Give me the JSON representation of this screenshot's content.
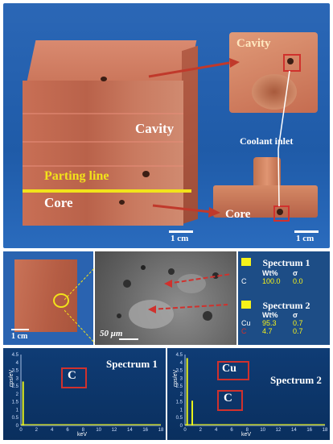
{
  "labels": {
    "cavity_main": "Cavity",
    "parting_line": "Parting line",
    "core_main": "Core",
    "cavity_inset": "Cavity",
    "coolant_inlet": "Coolant inlet",
    "core_inset": "Core",
    "scale_left": "1 cm",
    "scale_right": "1 cm",
    "scale_mid": "1 cm",
    "scale_sem": "50 μm"
  },
  "spectra_table": {
    "s1_title": "Spectrum 1",
    "s2_title": "Spectrum 2",
    "col_wt": "Wt%",
    "col_sigma": "σ",
    "s1_rows": [
      {
        "el": "C",
        "wt": "100.0",
        "sig": "0.0"
      }
    ],
    "s2_rows": [
      {
        "el": "Cu",
        "wt": "95.3",
        "sig": "0.7"
      },
      {
        "el": "C",
        "wt": "4.7",
        "sig": "0.7"
      }
    ]
  },
  "charts": [
    {
      "title": "Spectrum 1",
      "ylabel": "cps/eV",
      "xlabel": "keV",
      "peak_labels": [
        "C"
      ],
      "yticks": [
        "0",
        "0.5",
        "1",
        "1.5",
        "2",
        "2.5",
        "3",
        "3.5",
        "4",
        "4.5"
      ],
      "xticks": [
        "0",
        "2",
        "4",
        "6",
        "8",
        "10",
        "12",
        "14",
        "16",
        "18"
      ]
    },
    {
      "title": "Spectrum 2",
      "ylabel": "cps/eV",
      "xlabel": "keV",
      "peak_labels": [
        "Cu",
        "C"
      ],
      "yticks": [
        "0",
        "0.5",
        "1",
        "1.5",
        "2",
        "2.5",
        "3",
        "3.5",
        "4",
        "4.5"
      ],
      "xticks": [
        "0",
        "2",
        "4",
        "6",
        "8",
        "10",
        "12",
        "14",
        "16",
        "18"
      ]
    }
  ],
  "colors": {
    "background_blue": "#2363b2",
    "yellow": "#f2e31a",
    "red": "#d0312d"
  }
}
